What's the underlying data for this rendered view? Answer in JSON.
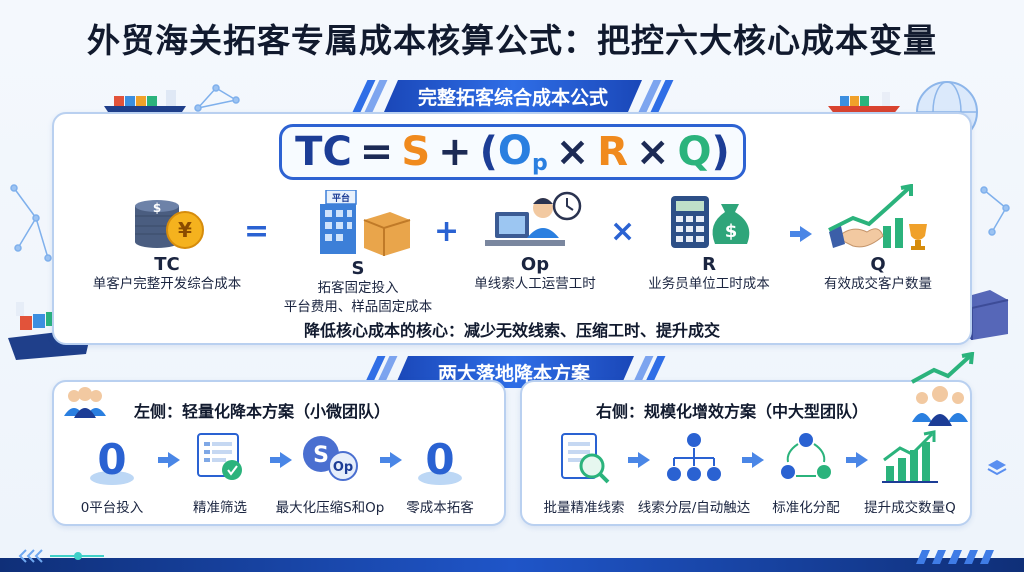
{
  "title": "外贸海关拓客专属成本核算公式：把控六大核心成本变量",
  "formula_section": {
    "banner": "完整拓客综合成本公式",
    "formula": {
      "tc": "TC",
      "eq": "=",
      "s": "S",
      "plus": "+",
      "lp": "(",
      "op_main": "O",
      "op_sub": "p",
      "times1": "×",
      "r": "R",
      "times2": "×",
      "q": "Q",
      "rp": ")"
    },
    "variables": [
      {
        "code": "TC",
        "desc": "单客户完整开发综合成本",
        "icon": "coin-stack-icon"
      },
      {
        "code": "S",
        "desc1": "拓客固定投入",
        "desc2": "平台费用、样品固定成本",
        "badge": "平台",
        "icon": "building-box-icon"
      },
      {
        "code": "Op",
        "desc": "单线索人工运营工时",
        "icon": "worker-clock-icon"
      },
      {
        "code": "R",
        "desc": "业务员单位工时成本",
        "icon": "calculator-moneybag-icon"
      },
      {
        "code": "Q",
        "desc": "有效成交客户数量",
        "icon": "handshake-trophy-icon"
      }
    ],
    "operators": [
      "=",
      "+",
      "×"
    ],
    "core_text": "降低核心成本的核心：减少无效线索、压缩工时、提升成交"
  },
  "plans_section": {
    "banner": "两大落地降本方案",
    "left": {
      "heading": "左侧：轻量化降本方案（小微团队）",
      "steps": [
        "0平台投入",
        "精准筛选",
        "最大化压缩S和Op",
        "零成本拓客"
      ],
      "icon_texts": {
        "zero": "0",
        "s": "S",
        "op": "Op"
      }
    },
    "right": {
      "heading": "右侧：规模化增效方案（中大型团队）",
      "steps": [
        "批量精准线索",
        "线索分层/自动触达",
        "标准化分配",
        "提升成交数量Q"
      ]
    }
  },
  "colors": {
    "primary": "#2d62d2",
    "orange": "#f08a1e",
    "green": "#2bb37c",
    "navy": "#1c3d96"
  }
}
